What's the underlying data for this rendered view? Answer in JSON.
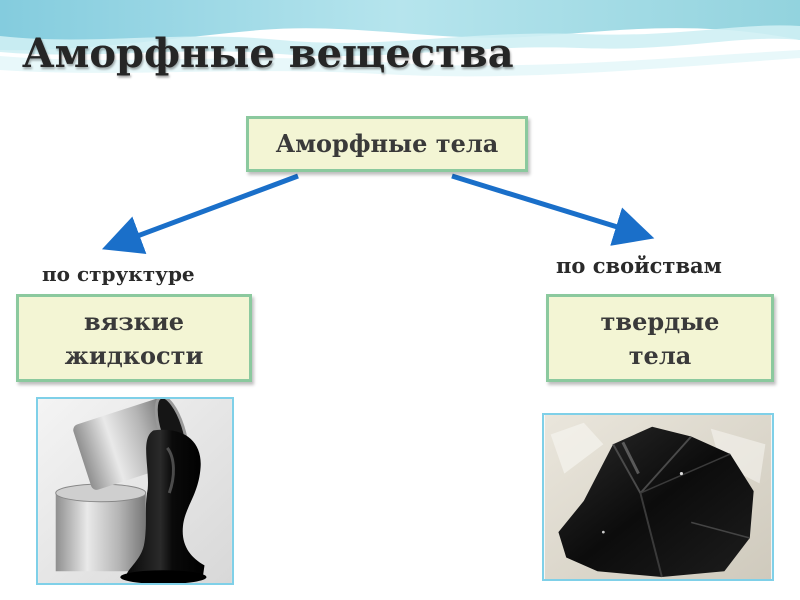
{
  "slide": {
    "title": "Аморфные вещества"
  },
  "diagram": {
    "root": "Аморфные тела",
    "left_edge_label": "по структуре",
    "right_edge_label": "по свойствам",
    "left_node": {
      "line1": "вязкие",
      "line2": "жидкости"
    },
    "right_node": {
      "line1": "твердые",
      "line2": "тела"
    }
  },
  "colors": {
    "box_fill": "#f3f5d4",
    "box_border": "#8bc99e",
    "arrow": "#1a6fc9",
    "photo_border": "#7fd0e8"
  },
  "images": {
    "left": "pouring-black-viscous-liquid-photo",
    "right": "black-solid-lump-photo"
  }
}
